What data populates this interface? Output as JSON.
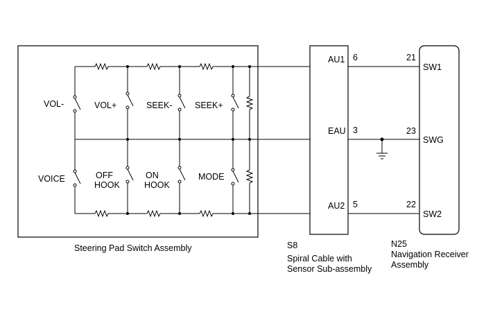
{
  "switch_assembly": {
    "caption": "Steering Pad Switch Assembly",
    "switches": {
      "vol_minus": "VOL-",
      "vol_plus": "VOL+",
      "seek_minus": "SEEK-",
      "seek_plus": "SEEK+",
      "voice": "VOICE",
      "off_hook_1": "OFF",
      "off_hook_2": "HOOK",
      "on_hook_1": "ON",
      "on_hook_2": "HOOK",
      "mode": "MODE"
    }
  },
  "spiral_cable": {
    "code": "S8",
    "name_line1": "Spiral Cable with",
    "name_line2": "Sensor Sub-assembly",
    "pins": [
      {
        "name": "AU1",
        "number": "6"
      },
      {
        "name": "EAU",
        "number": "3"
      },
      {
        "name": "AU2",
        "number": "5"
      }
    ]
  },
  "navigation_receiver": {
    "code": "N25",
    "name_line1": "Navigation Receiver",
    "name_line2": "Assembly",
    "pins": [
      {
        "name": "SW1",
        "number": "21"
      },
      {
        "name": "SWG",
        "number": "23"
      },
      {
        "name": "SW2",
        "number": "22"
      }
    ]
  }
}
